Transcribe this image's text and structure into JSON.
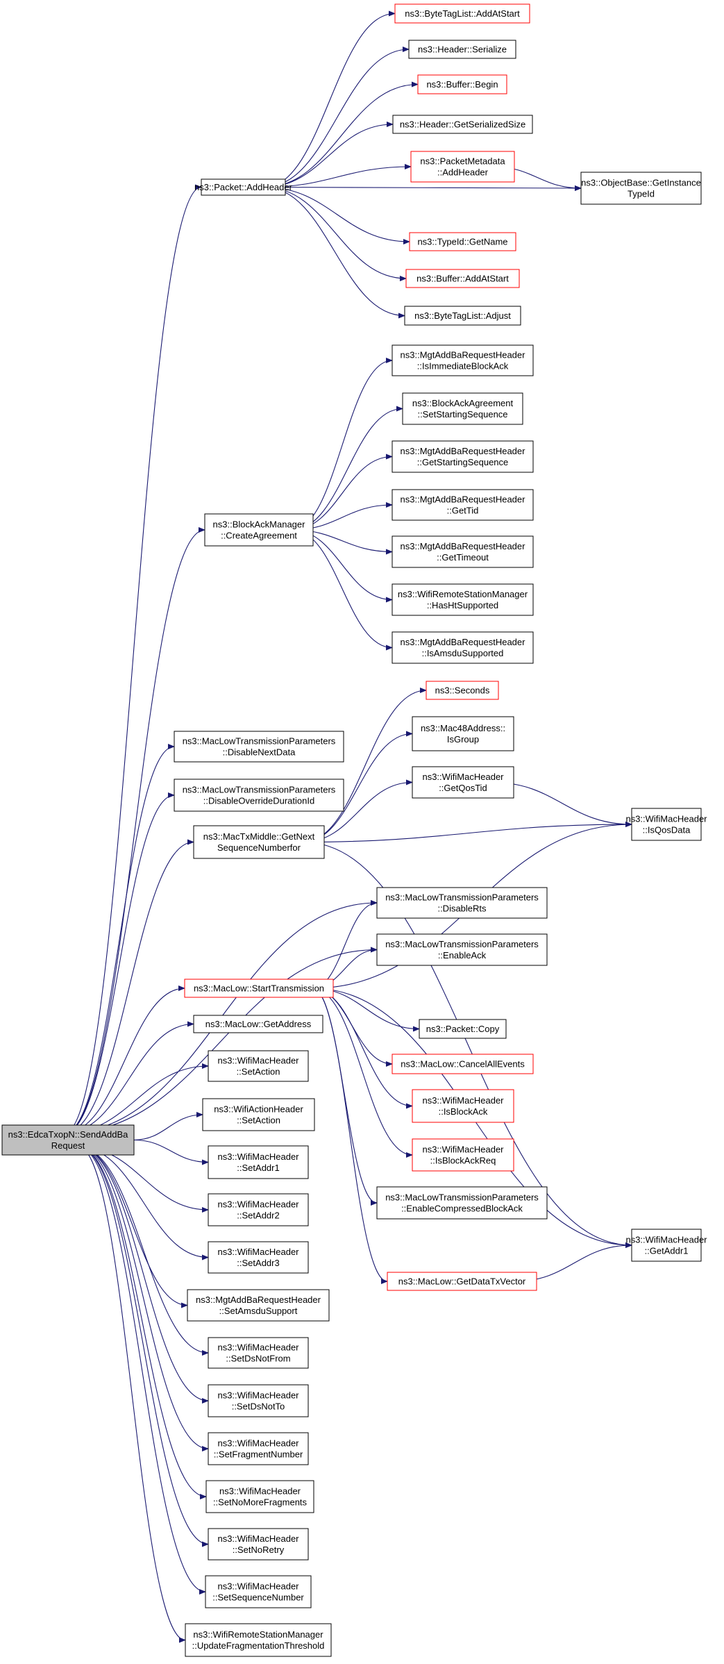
{
  "graph": {
    "colors": {
      "edge": "#191970",
      "border_normal": "#000000",
      "border_red": "#ff0000",
      "root_fill": "#bfbfbf",
      "fill": "#ffffff"
    },
    "nodes": [
      {
        "id": "root",
        "lines": [
          "ns3::EdcaTxopN::SendAddBa",
          "Request"
        ],
        "style": "root"
      },
      {
        "id": "addheader",
        "lines": [
          "ns3::Packet::AddHeader"
        ],
        "style": "normal"
      },
      {
        "id": "bt_addatstart",
        "lines": [
          "ns3::ByteTagList::AddAtStart"
        ],
        "style": "red"
      },
      {
        "id": "hdr_serialize",
        "lines": [
          "ns3::Header::Serialize"
        ],
        "style": "normal"
      },
      {
        "id": "buf_begin",
        "lines": [
          "ns3::Buffer::Begin"
        ],
        "style": "red"
      },
      {
        "id": "hdr_getsize",
        "lines": [
          "ns3::Header::GetSerializedSize"
        ],
        "style": "normal"
      },
      {
        "id": "pm_addheader",
        "lines": [
          "ns3::PacketMetadata",
          "::AddHeader"
        ],
        "style": "red"
      },
      {
        "id": "ob_getinstance",
        "lines": [
          "ns3::ObjectBase::GetInstance",
          "TypeId"
        ],
        "style": "normal"
      },
      {
        "id": "typeid_getname",
        "lines": [
          "ns3::TypeId::GetName"
        ],
        "style": "red"
      },
      {
        "id": "buf_addatstart",
        "lines": [
          "ns3::Buffer::AddAtStart"
        ],
        "style": "red"
      },
      {
        "id": "bt_adjust",
        "lines": [
          "ns3::ByteTagList::Adjust"
        ],
        "style": "normal"
      },
      {
        "id": "mgt_isimmediate",
        "lines": [
          "ns3::MgtAddBaRequestHeader",
          "::IsImmediateBlockAck"
        ],
        "style": "normal"
      },
      {
        "id": "baa_setstart",
        "lines": [
          "ns3::BlockAckAgreement",
          "::SetStartingSequence"
        ],
        "style": "normal"
      },
      {
        "id": "mgt_getstart",
        "lines": [
          "ns3::MgtAddBaRequestHeader",
          "::GetStartingSequence"
        ],
        "style": "normal"
      },
      {
        "id": "bam_create",
        "lines": [
          "ns3::BlockAckManager",
          "::CreateAgreement"
        ],
        "style": "normal"
      },
      {
        "id": "mgt_gettid",
        "lines": [
          "ns3::MgtAddBaRequestHeader",
          "::GetTid"
        ],
        "style": "normal"
      },
      {
        "id": "mgt_gettimeout",
        "lines": [
          "ns3::MgtAddBaRequestHeader",
          "::GetTimeout"
        ],
        "style": "normal"
      },
      {
        "id": "wrsm_hasht",
        "lines": [
          "ns3::WifiRemoteStationManager",
          "::HasHtSupported"
        ],
        "style": "normal"
      },
      {
        "id": "mgt_isamsdu",
        "lines": [
          "ns3::MgtAddBaRequestHeader",
          "::IsAmsduSupported"
        ],
        "style": "normal"
      },
      {
        "id": "seconds",
        "lines": [
          "ns3::Seconds"
        ],
        "style": "red"
      },
      {
        "id": "mac48_isgroup",
        "lines": [
          "ns3::Mac48Address::",
          "IsGroup"
        ],
        "style": "normal"
      },
      {
        "id": "mltp_disablenext",
        "lines": [
          "ns3::MacLowTransmissionParameters",
          "::DisableNextData"
        ],
        "style": "normal"
      },
      {
        "id": "wmh_getqostid",
        "lines": [
          "ns3::WifiMacHeader",
          "::GetQosTid"
        ],
        "style": "normal"
      },
      {
        "id": "mltp_disableoverride",
        "lines": [
          "ns3::MacLowTransmissionParameters",
          "::DisableOverrideDurationId"
        ],
        "style": "normal"
      },
      {
        "id": "wmh_isqosdata",
        "lines": [
          "ns3::WifiMacHeader",
          "::IsQosData"
        ],
        "style": "normal"
      },
      {
        "id": "mtm_getnext",
        "lines": [
          "ns3::MacTxMiddle::GetNext",
          "SequenceNumberfor"
        ],
        "style": "normal"
      },
      {
        "id": "mltp_disablerts",
        "lines": [
          "ns3::MacLowTransmissionParameters",
          "::DisableRts"
        ],
        "style": "normal"
      },
      {
        "id": "mltp_enableack",
        "lines": [
          "ns3::MacLowTransmissionParameters",
          "::EnableAck"
        ],
        "style": "normal"
      },
      {
        "id": "ml_starttx",
        "lines": [
          "ns3::MacLow::StartTransmission"
        ],
        "style": "red"
      },
      {
        "id": "ml_getaddress",
        "lines": [
          "ns3::MacLow::GetAddress"
        ],
        "style": "normal"
      },
      {
        "id": "pkt_copy",
        "lines": [
          "ns3::Packet::Copy"
        ],
        "style": "normal"
      },
      {
        "id": "wmh_setaction",
        "lines": [
          "ns3::WifiMacHeader",
          "::SetAction"
        ],
        "style": "normal"
      },
      {
        "id": "ml_cancelall",
        "lines": [
          "ns3::MacLow::CancelAllEvents"
        ],
        "style": "red"
      },
      {
        "id": "wah_setaction",
        "lines": [
          "ns3::WifiActionHeader",
          "::SetAction"
        ],
        "style": "normal"
      },
      {
        "id": "wmh_isblockack",
        "lines": [
          "ns3::WifiMacHeader",
          "::IsBlockAck"
        ],
        "style": "red"
      },
      {
        "id": "wmh_setaddr1",
        "lines": [
          "ns3::WifiMacHeader",
          "::SetAddr1"
        ],
        "style": "normal"
      },
      {
        "id": "wmh_isblockackreq",
        "lines": [
          "ns3::WifiMacHeader",
          "::IsBlockAckReq"
        ],
        "style": "red"
      },
      {
        "id": "wmh_setaddr2",
        "lines": [
          "ns3::WifiMacHeader",
          "::SetAddr2"
        ],
        "style": "normal"
      },
      {
        "id": "mltp_enablecba",
        "lines": [
          "ns3::MacLowTransmissionParameters",
          "::EnableCompressedBlockAck"
        ],
        "style": "normal"
      },
      {
        "id": "wmh_setaddr3",
        "lines": [
          "ns3::WifiMacHeader",
          "::SetAddr3"
        ],
        "style": "normal"
      },
      {
        "id": "wmh_getaddr1",
        "lines": [
          "ns3::WifiMacHeader",
          "::GetAddr1"
        ],
        "style": "normal"
      },
      {
        "id": "ml_getdatatx",
        "lines": [
          "ns3::MacLow::GetDataTxVector"
        ],
        "style": "red"
      },
      {
        "id": "mgt_setamsdu",
        "lines": [
          "ns3::MgtAddBaRequestHeader",
          "::SetAmsduSupport"
        ],
        "style": "normal"
      },
      {
        "id": "wmh_setdsnotfrom",
        "lines": [
          "ns3::WifiMacHeader",
          "::SetDsNotFrom"
        ],
        "style": "normal"
      },
      {
        "id": "wmh_setdsnotto",
        "lines": [
          "ns3::WifiMacHeader",
          "::SetDsNotTo"
        ],
        "style": "normal"
      },
      {
        "id": "wmh_setfragnum",
        "lines": [
          "ns3::WifiMacHeader",
          "::SetFragmentNumber"
        ],
        "style": "normal"
      },
      {
        "id": "wmh_setnomorefrag",
        "lines": [
          "ns3::WifiMacHeader",
          "::SetNoMoreFragments"
        ],
        "style": "normal"
      },
      {
        "id": "wmh_setnoretry",
        "lines": [
          "ns3::WifiMacHeader",
          "::SetNoRetry"
        ],
        "style": "normal"
      },
      {
        "id": "wmh_setseqnum",
        "lines": [
          "ns3::WifiMacHeader",
          "::SetSequenceNumber"
        ],
        "style": "normal"
      },
      {
        "id": "wrsm_updatefrag",
        "lines": [
          "ns3::WifiRemoteStationManager",
          "::UpdateFragmentationThreshold"
        ],
        "style": "normal"
      }
    ],
    "edges": [
      [
        "root",
        "addheader"
      ],
      [
        "root",
        "bam_create"
      ],
      [
        "root",
        "mltp_disablenext"
      ],
      [
        "root",
        "mltp_disableoverride"
      ],
      [
        "root",
        "mtm_getnext"
      ],
      [
        "root",
        "mltp_disablerts"
      ],
      [
        "root",
        "mltp_enableack"
      ],
      [
        "root",
        "ml_starttx"
      ],
      [
        "root",
        "ml_getaddress"
      ],
      [
        "root",
        "wmh_setaction"
      ],
      [
        "root",
        "wah_setaction"
      ],
      [
        "root",
        "wmh_setaddr1"
      ],
      [
        "root",
        "wmh_setaddr2"
      ],
      [
        "root",
        "wmh_setaddr3"
      ],
      [
        "root",
        "mgt_setamsdu"
      ],
      [
        "root",
        "wmh_setdsnotfrom"
      ],
      [
        "root",
        "wmh_setdsnotto"
      ],
      [
        "root",
        "wmh_setfragnum"
      ],
      [
        "root",
        "wmh_setnomorefrag"
      ],
      [
        "root",
        "wmh_setnoretry"
      ],
      [
        "root",
        "wmh_setseqnum"
      ],
      [
        "root",
        "wrsm_updatefrag"
      ],
      [
        "addheader",
        "bt_addatstart"
      ],
      [
        "addheader",
        "hdr_serialize"
      ],
      [
        "addheader",
        "buf_begin"
      ],
      [
        "addheader",
        "hdr_getsize"
      ],
      [
        "addheader",
        "pm_addheader"
      ],
      [
        "addheader",
        "ob_getinstance"
      ],
      [
        "addheader",
        "typeid_getname"
      ],
      [
        "addheader",
        "buf_addatstart"
      ],
      [
        "addheader",
        "bt_adjust"
      ],
      [
        "pm_addheader",
        "ob_getinstance"
      ],
      [
        "bam_create",
        "mgt_isimmediate"
      ],
      [
        "bam_create",
        "baa_setstart"
      ],
      [
        "bam_create",
        "mgt_getstart"
      ],
      [
        "bam_create",
        "mgt_gettid"
      ],
      [
        "bam_create",
        "mgt_gettimeout"
      ],
      [
        "bam_create",
        "wrsm_hasht"
      ],
      [
        "bam_create",
        "mgt_isamsdu"
      ],
      [
        "mtm_getnext",
        "seconds"
      ],
      [
        "mtm_getnext",
        "mac48_isgroup"
      ],
      [
        "mtm_getnext",
        "wmh_getqostid"
      ],
      [
        "mtm_getnext",
        "wmh_isqosdata"
      ],
      [
        "mtm_getnext",
        "wmh_getaddr1"
      ],
      [
        "wmh_getqostid",
        "wmh_isqosdata"
      ],
      [
        "ml_starttx",
        "mltp_disablerts"
      ],
      [
        "ml_starttx",
        "mltp_enableack"
      ],
      [
        "ml_starttx",
        "wmh_isqosdata"
      ],
      [
        "ml_starttx",
        "pkt_copy"
      ],
      [
        "ml_starttx",
        "ml_cancelall"
      ],
      [
        "ml_starttx",
        "wmh_isblockack"
      ],
      [
        "ml_starttx",
        "wmh_isblockackreq"
      ],
      [
        "ml_starttx",
        "mltp_enablecba"
      ],
      [
        "ml_starttx",
        "wmh_getaddr1"
      ],
      [
        "ml_starttx",
        "ml_getdatatx"
      ],
      [
        "ml_getdatatx",
        "wmh_getaddr1"
      ]
    ]
  }
}
